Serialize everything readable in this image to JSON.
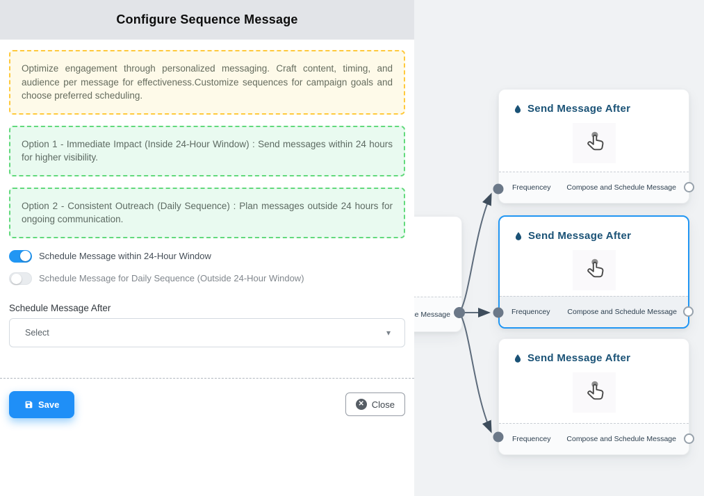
{
  "panel": {
    "title": "Configure Sequence Message",
    "info_box": "Optimize engagement through personalized messaging. Craft content, timing, and audience per message for effectiveness.Customize sequences for campaign goals and choose preferred scheduling.",
    "option1": "Option 1 - Immediate Impact (Inside 24-Hour Window) : Send messages within 24 hours for higher visibility.",
    "option2": "Option 2 - Consistent Outreach (Daily Sequence) : Plan messages outside 24 hours for ongoing communication.",
    "toggle_24h": {
      "label": "Schedule Message within 24-Hour Window",
      "state": "on"
    },
    "toggle_daily": {
      "label": "Schedule Message for Daily Sequence (Outside 24-Hour Window)",
      "state": "off"
    },
    "schedule_after": {
      "label": "Schedule Message After",
      "value": "Select"
    },
    "buttons": {
      "save": "Save",
      "close": "Close"
    }
  },
  "canvas": {
    "partial_node": {
      "visible_output_label": "ce Message"
    },
    "nodes": [
      {
        "title": "Send Message After",
        "input_label": "Frequencey",
        "output_label": "Compose and Schedule Message",
        "selected": false
      },
      {
        "title": "Send Message After",
        "input_label": "Frequencey",
        "output_label": "Compose and Schedule Message",
        "selected": true
      },
      {
        "title": "Send Message After",
        "input_label": "Frequencey",
        "output_label": "Compose and Schedule Message",
        "selected": false
      }
    ],
    "icons": [
      "droplet-icon",
      "tap-hand-icon"
    ],
    "colors": {
      "accent_blue": "#2196f3",
      "node_title": "#1a5276",
      "edge": "#5d6b7b",
      "handle": "#6b7888",
      "canvas_bg": "#f0f2f4",
      "alert_yellow_border": "#ffc93c",
      "alert_green_border": "#62d97c"
    }
  }
}
